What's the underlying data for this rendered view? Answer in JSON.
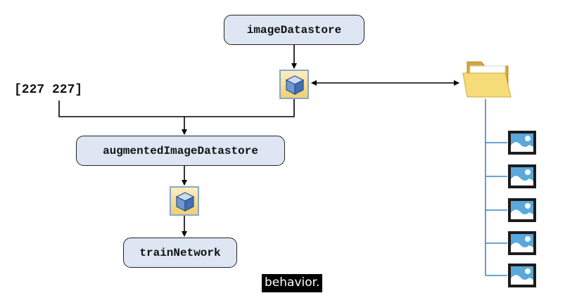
{
  "diagram": {
    "nodes": {
      "image_datastore": "imageDatastore",
      "augmented_image_datastore": "augmentedImageDatastore",
      "train_network": "trainNetwork"
    },
    "image_size_label": "[227 227]",
    "image_file_count": 5,
    "icons": [
      "cube-icon",
      "folder-icon",
      "image-file-icon"
    ]
  },
  "caption": "behavior.",
  "colors": {
    "node_fill": "#dde6f2",
    "folder": "#f3d56a",
    "connector": "#3a86c8"
  }
}
